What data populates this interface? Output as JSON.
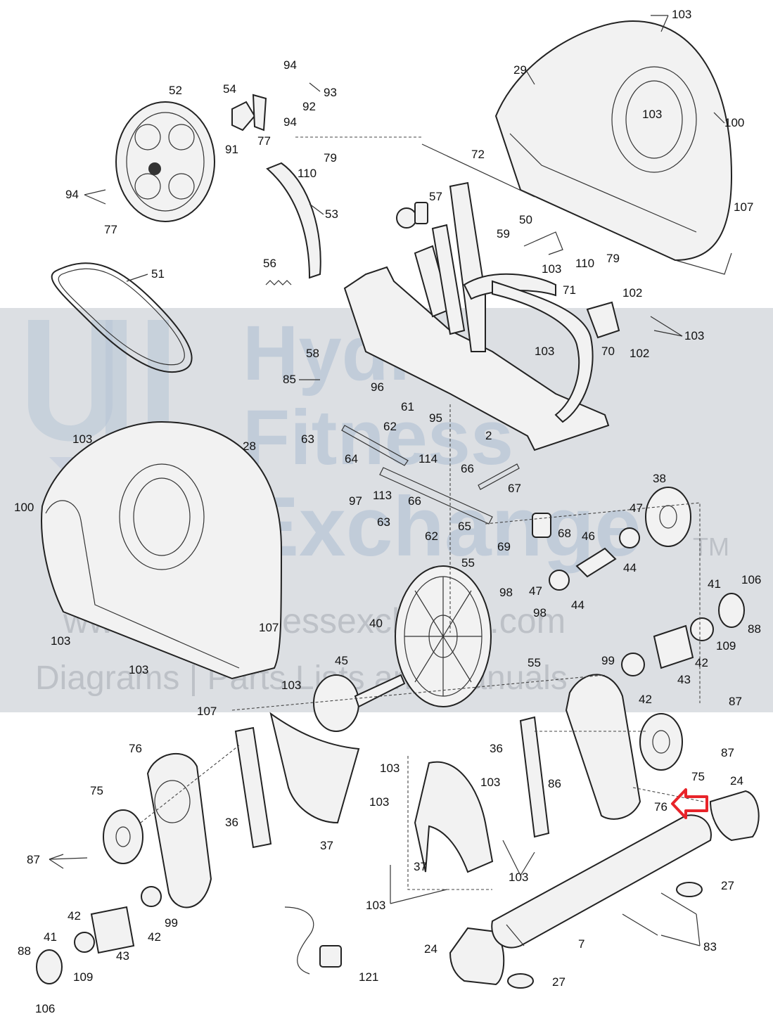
{
  "watermark": {
    "line1": "Hydro",
    "line2": "Fitness",
    "line3": "Exchange",
    "tm": "TM",
    "url": "www.hydrofitnessexchange.com",
    "tagline": "Diagrams | Parts Lists and Manuals"
  },
  "callouts": [
    {
      "id": "c103a",
      "text": "103"
    },
    {
      "id": "c29",
      "text": "29"
    },
    {
      "id": "c103b",
      "text": "103"
    },
    {
      "id": "c100a",
      "text": "100"
    },
    {
      "id": "c94a",
      "text": "94"
    },
    {
      "id": "c54",
      "text": "54"
    },
    {
      "id": "c93",
      "text": "93"
    },
    {
      "id": "c92",
      "text": "92"
    },
    {
      "id": "c94b",
      "text": "94"
    },
    {
      "id": "c52",
      "text": "52"
    },
    {
      "id": "c91",
      "text": "91"
    },
    {
      "id": "c77a",
      "text": "77"
    },
    {
      "id": "c110a",
      "text": "110"
    },
    {
      "id": "c79a",
      "text": "79"
    },
    {
      "id": "c72",
      "text": "72"
    },
    {
      "id": "c94c",
      "text": "94"
    },
    {
      "id": "c77b",
      "text": "77"
    },
    {
      "id": "c53",
      "text": "53"
    },
    {
      "id": "c57",
      "text": "57"
    },
    {
      "id": "c107a",
      "text": "107"
    },
    {
      "id": "c50",
      "text": "50"
    },
    {
      "id": "c59",
      "text": "59"
    },
    {
      "id": "c103c",
      "text": "103"
    },
    {
      "id": "c110b",
      "text": "110"
    },
    {
      "id": "c79b",
      "text": "79"
    },
    {
      "id": "c51",
      "text": "51"
    },
    {
      "id": "c56",
      "text": "56"
    },
    {
      "id": "c71",
      "text": "71"
    },
    {
      "id": "c102a",
      "text": "102"
    },
    {
      "id": "c103d",
      "text": "103"
    },
    {
      "id": "c70",
      "text": "70"
    },
    {
      "id": "c102b",
      "text": "102"
    },
    {
      "id": "c103e",
      "text": "103"
    },
    {
      "id": "c58",
      "text": "58"
    },
    {
      "id": "c85",
      "text": "85"
    },
    {
      "id": "c96",
      "text": "96"
    },
    {
      "id": "c61",
      "text": "61"
    },
    {
      "id": "c62a",
      "text": "62"
    },
    {
      "id": "c95",
      "text": "95"
    },
    {
      "id": "c2",
      "text": "2"
    },
    {
      "id": "c103f",
      "text": "103"
    },
    {
      "id": "c28",
      "text": "28"
    },
    {
      "id": "c63a",
      "text": "63"
    },
    {
      "id": "c114",
      "text": "114"
    },
    {
      "id": "c64",
      "text": "64"
    },
    {
      "id": "c66a",
      "text": "66"
    },
    {
      "id": "c67",
      "text": "67"
    },
    {
      "id": "c38",
      "text": "38"
    },
    {
      "id": "c100b",
      "text": "100"
    },
    {
      "id": "c97",
      "text": "97"
    },
    {
      "id": "c113",
      "text": "113"
    },
    {
      "id": "c66b",
      "text": "66"
    },
    {
      "id": "c47a",
      "text": "47"
    },
    {
      "id": "c63b",
      "text": "63"
    },
    {
      "id": "c62b",
      "text": "62"
    },
    {
      "id": "c65",
      "text": "65"
    },
    {
      "id": "c68",
      "text": "68"
    },
    {
      "id": "c46",
      "text": "46"
    },
    {
      "id": "c69",
      "text": "69"
    },
    {
      "id": "c44a",
      "text": "44"
    },
    {
      "id": "c55a",
      "text": "55"
    },
    {
      "id": "c98a",
      "text": "98"
    },
    {
      "id": "c47b",
      "text": "47"
    },
    {
      "id": "c41a",
      "text": "41"
    },
    {
      "id": "c106a",
      "text": "106"
    },
    {
      "id": "c44b",
      "text": "44"
    },
    {
      "id": "c98b",
      "text": "98"
    },
    {
      "id": "c40",
      "text": "40"
    },
    {
      "id": "c107b",
      "text": "107"
    },
    {
      "id": "c103g",
      "text": "103"
    },
    {
      "id": "c88a",
      "text": "88"
    },
    {
      "id": "c109a",
      "text": "109"
    },
    {
      "id": "c42a",
      "text": "42"
    },
    {
      "id": "c55b",
      "text": "55"
    },
    {
      "id": "c45",
      "text": "45"
    },
    {
      "id": "c99a",
      "text": "99"
    },
    {
      "id": "c43a",
      "text": "43"
    },
    {
      "id": "c103h",
      "text": "103"
    },
    {
      "id": "c103i",
      "text": "103"
    },
    {
      "id": "c42b",
      "text": "42"
    },
    {
      "id": "c87a",
      "text": "87"
    },
    {
      "id": "c107c",
      "text": "107"
    },
    {
      "id": "c76a",
      "text": "76"
    },
    {
      "id": "c36a",
      "text": "36"
    },
    {
      "id": "c87b",
      "text": "87"
    },
    {
      "id": "c103j",
      "text": "103"
    },
    {
      "id": "c75a",
      "text": "75"
    },
    {
      "id": "c103k",
      "text": "103"
    },
    {
      "id": "c24a",
      "text": "24"
    },
    {
      "id": "c103l",
      "text": "103"
    },
    {
      "id": "c86",
      "text": "86"
    },
    {
      "id": "c76b",
      "text": "76"
    },
    {
      "id": "c75b",
      "text": "75"
    },
    {
      "id": "c36b",
      "text": "36"
    },
    {
      "id": "c87c",
      "text": "87"
    },
    {
      "id": "c37a",
      "text": "37"
    },
    {
      "id": "c37b",
      "text": "37"
    },
    {
      "id": "c103m",
      "text": "103"
    },
    {
      "id": "c27a",
      "text": "27"
    },
    {
      "id": "c103n",
      "text": "103"
    },
    {
      "id": "c99b",
      "text": "99"
    },
    {
      "id": "c42c",
      "text": "42"
    },
    {
      "id": "c42d",
      "text": "42"
    },
    {
      "id": "c83",
      "text": "83"
    },
    {
      "id": "c7",
      "text": "7"
    },
    {
      "id": "c43b",
      "text": "43"
    },
    {
      "id": "c41b",
      "text": "41"
    },
    {
      "id": "c88b",
      "text": "88"
    },
    {
      "id": "c109b",
      "text": "109"
    },
    {
      "id": "c24b",
      "text": "24"
    },
    {
      "id": "c27b",
      "text": "27"
    },
    {
      "id": "c121",
      "text": "121"
    },
    {
      "id": "c106b",
      "text": "106"
    }
  ],
  "colors": {
    "highlight_arrow": "#e8242a",
    "band": "#d6d9de",
    "watermark_blue": "#b6c4d6"
  }
}
